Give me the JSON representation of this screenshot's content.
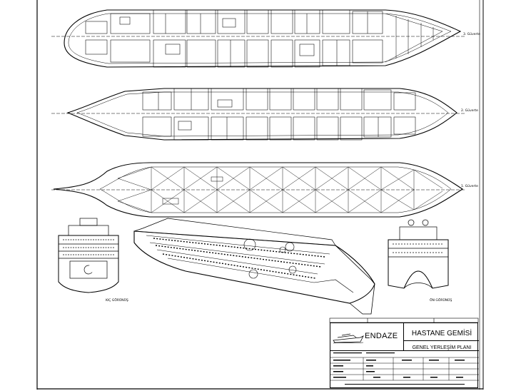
{
  "decks": {
    "top_label": "3. Güverte",
    "middle_label": "2. Güverte",
    "bottom_label": "1. Güverte"
  },
  "elevations": {
    "aft_label": "KIÇ GÖRÜNÜŞ",
    "bow_label": "ÖN GÖRÜNÜŞ"
  },
  "title_block": {
    "company": "ENDAZE",
    "project": "HASTANE GEMİSİ",
    "drawing": "GENEL YERLEŞİM PLANI"
  },
  "colors": {
    "line": "#000000",
    "background": "#ffffff"
  }
}
